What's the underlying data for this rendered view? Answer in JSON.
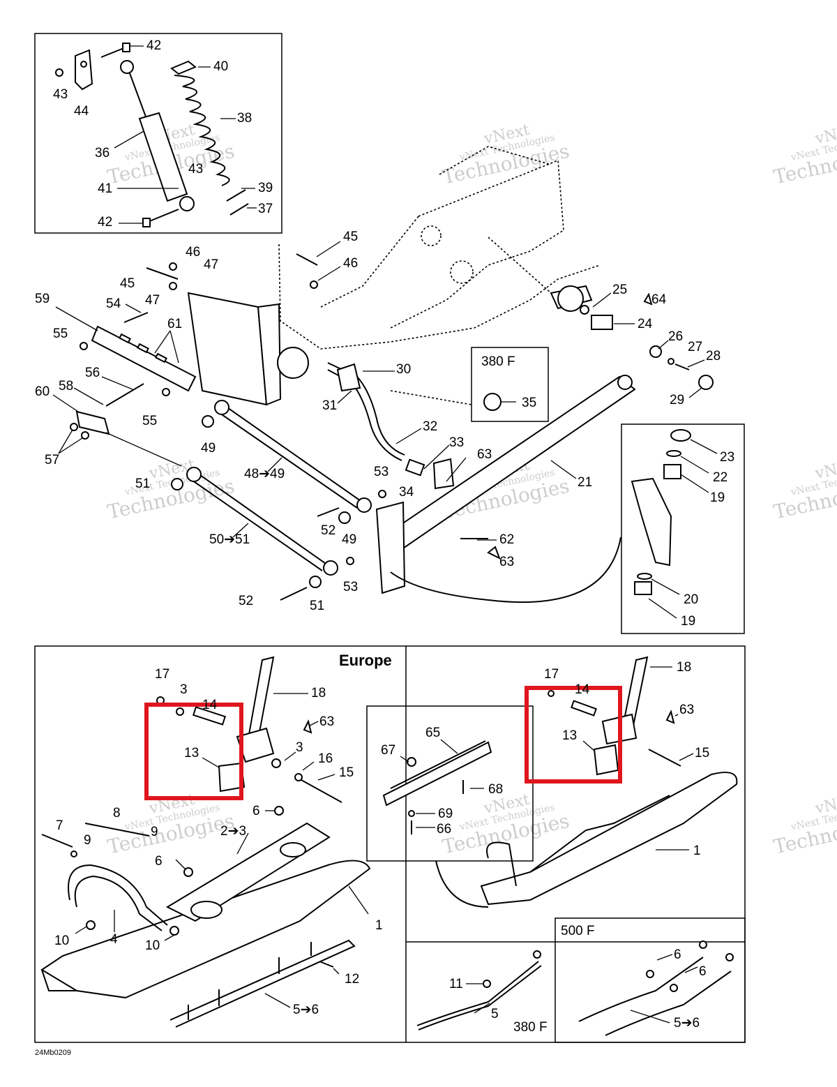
{
  "diagram": {
    "drawing_code": "24Mb0209",
    "section_title": "Europe",
    "variants": {
      "v380_top": "380 F",
      "v380_bottom": "380 F",
      "v500": "500 F"
    },
    "watermark": {
      "line1": "vNext",
      "line2": "vNext Technologies",
      "line3": "Technologies"
    },
    "highlight_color": "#e0161e",
    "callouts": {
      "c42a": "42",
      "c40": "40",
      "c43a": "43",
      "c44": "44",
      "c38": "38",
      "c36": "36",
      "c43b": "43",
      "c41": "41",
      "c39": "39",
      "c37": "37",
      "c42b": "42",
      "c45a": "45",
      "c46a": "46",
      "c46b": "46",
      "c47a": "47",
      "c45b": "45",
      "c47b": "47",
      "c59": "59",
      "c54": "54",
      "c55a": "55",
      "c61": "61",
      "c56": "56",
      "c60": "60",
      "c58": "58",
      "c55b": "55",
      "c57": "57",
      "c49a": "49",
      "c48": "48➔49",
      "c51a": "51",
      "c50": "50➔51",
      "c52a": "52",
      "c49b": "49",
      "c53a": "53",
      "c52b": "52",
      "c51b": "51",
      "c53b": "53",
      "c30": "30",
      "c31": "31",
      "c32": "32",
      "c33": "33",
      "c63a": "63",
      "c34": "34",
      "c21": "21",
      "c62": "62",
      "c63b": "63",
      "c25": "25",
      "c64": "64",
      "c24": "24",
      "c26": "26",
      "c27": "27",
      "c28": "28",
      "c29": "29",
      "c35": "35",
      "c23": "23",
      "c22": "22",
      "c19a": "19",
      "c20": "20",
      "c19b": "19",
      "e17": "17",
      "e3a": "3",
      "e14": "14",
      "e18": "18",
      "e63": "63",
      "e13": "13",
      "e3b": "3",
      "e16": "16",
      "e15": "15",
      "e6a": "6",
      "e8": "8",
      "e9a": "9",
      "e7": "7",
      "e9b": "9",
      "e23": "2➔3",
      "e6b": "6",
      "e1": "1",
      "e10a": "10",
      "e4": "4",
      "e10b": "10",
      "e12": "12",
      "e56": "5➔6",
      "m65": "65",
      "m67": "67",
      "m68": "68",
      "m69": "69",
      "m66": "66",
      "r17": "17",
      "r14": "14",
      "r18": "18",
      "r63": "63",
      "r13": "13",
      "r15": "15",
      "r1": "1",
      "b11": "11",
      "b5": "5",
      "b6a": "6",
      "b6b": "6",
      "b56": "5➔6"
    }
  }
}
